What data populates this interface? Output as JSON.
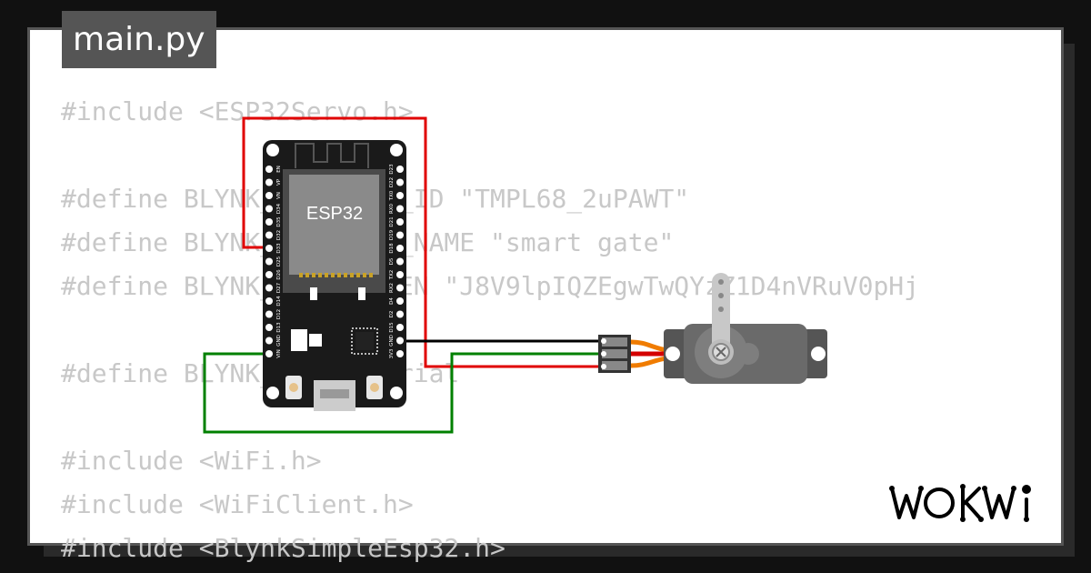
{
  "editor": {
    "file_tab": "main.py",
    "code_lines": [
      "#include <ESP32Servo.h>",
      "",
      "#define BLYNK_TEMPLATE_ID \"TMPL68_2uPAWT\"",
      "#define BLYNK_TEMPLATE_NAME \"smart gate\"",
      "#define BLYNK_AUTH_TOKEN \"J8V9lpIQZEgwTwQYzZ1D4nVRuV0pHj",
      "",
      "#define BLYNK_PRINT Serial",
      "",
      "#include <WiFi.h>",
      "#include <WiFiClient.h>",
      "#include <BlynkSimpleEsp32.h>"
    ]
  },
  "board": {
    "label": "ESP32",
    "left_pins": [
      "EN",
      "VP",
      "VN",
      "D34",
      "D35",
      "D32",
      "D33",
      "D25",
      "D26",
      "D27",
      "D14",
      "D12",
      "D13",
      "GND",
      "VIN"
    ],
    "right_pins": [
      "D23",
      "D22",
      "TX0",
      "RX0",
      "D21",
      "D19",
      "D18",
      "D5",
      "TX2",
      "RX2",
      "D4",
      "D2",
      "D15",
      "GND",
      "3V3"
    ]
  },
  "wire_colors": {
    "red": "#e00000",
    "black": "#000000",
    "green": "#008000",
    "servo_orange": "#f07c00",
    "servo_red": "#d40000",
    "servo_brown": "#8b4513"
  },
  "branding": {
    "logo_text": "WOKWi"
  }
}
